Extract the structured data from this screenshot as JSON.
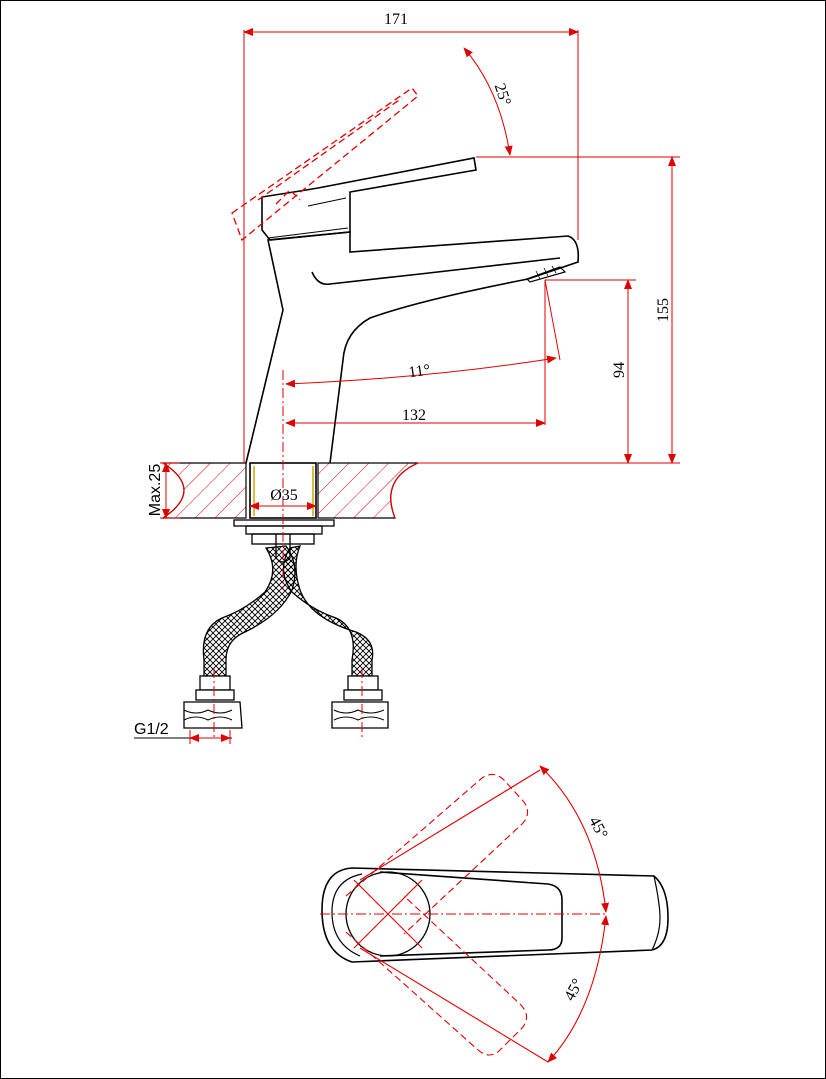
{
  "drawing": {
    "dimensions": {
      "overall_width": "171",
      "overall_height": "155",
      "spout_height": "94",
      "spout_reach": "132",
      "spout_angle": "11°",
      "lever_tilt": "25°",
      "hole_diameter": "Ø35",
      "max_deck": "Max.25",
      "connection": "G1/2",
      "rotation_left": "45°",
      "rotation_right": "45°"
    },
    "colors": {
      "outline": "#000000",
      "dimension": "#e00000",
      "hatch": "#e00000",
      "braid": "#000000"
    }
  }
}
